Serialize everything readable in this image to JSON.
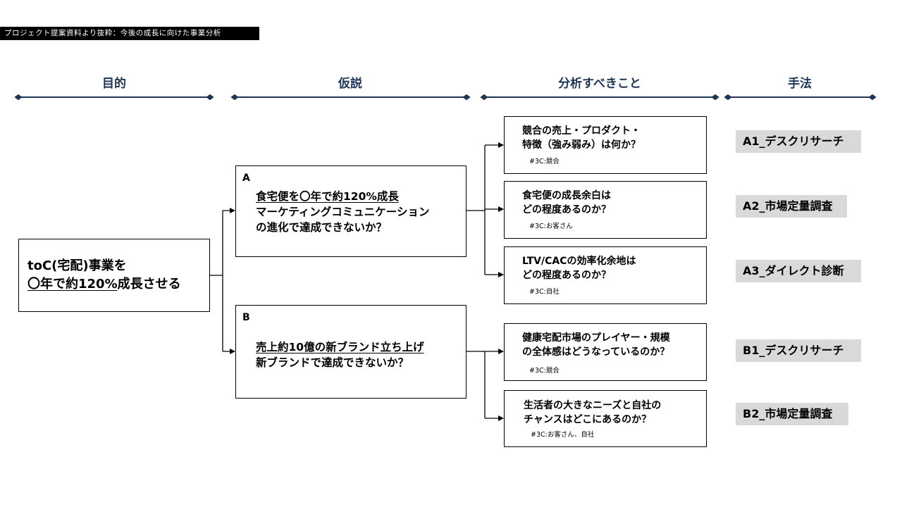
{
  "header_tag": "プロジェクト提案資料より抜粋：今後の成長に向けた事業分析",
  "columns": {
    "purpose": "目的",
    "hypothesis": "仮説",
    "analysis": "分析すべきこと",
    "method": "手法"
  },
  "goal": {
    "line1": "toC(宅配)事業を",
    "line2_underlined": "〇年で約120%",
    "line2_rest": "成長させる"
  },
  "hypotheses": [
    {
      "letter": "A",
      "line1_underlined": "食宅便を〇年で約120%成長",
      "line2": "マーケティングコミュニケーション",
      "line3": "の進化で達成できないか？"
    },
    {
      "letter": "B",
      "line1_underlined": "売上約10億の新ブランド立ち上げ",
      "line2": "新ブランドで達成できないか？"
    }
  ],
  "questions": [
    {
      "line1": "競合の売上・プロダクト・",
      "line2": "特徴（強み弱み）は何か？",
      "tag": "#3C:競合"
    },
    {
      "line1": "食宅便の成長余白は",
      "line2": "どの程度あるのか？",
      "tag": "#3C:お客さん"
    },
    {
      "line1": "LTV/CACの効率化余地は",
      "line2": "どの程度あるのか？",
      "tag": "#3C:自社"
    },
    {
      "line1": "健康宅配市場のプレイヤー・規模",
      "line2": "の全体感はどうなっているのか？",
      "tag": "#3C:競合"
    },
    {
      "line1": "生活者の大きなニーズと自社の",
      "line2": "チャンスはどこにあるのか？",
      "tag": "#3C:お客さん、自社"
    }
  ],
  "methods": [
    "A1_デスクリサーチ",
    "A2_市場定量調査",
    "A3_ダイレクト診断",
    "B1_デスクリサーチ",
    "B2_市場定量調査"
  ],
  "colors": {
    "header_text": "#1f3556",
    "rule_line": "#1f3556",
    "method_bg": "#d9d9d9",
    "tag_bg": "#000000"
  }
}
